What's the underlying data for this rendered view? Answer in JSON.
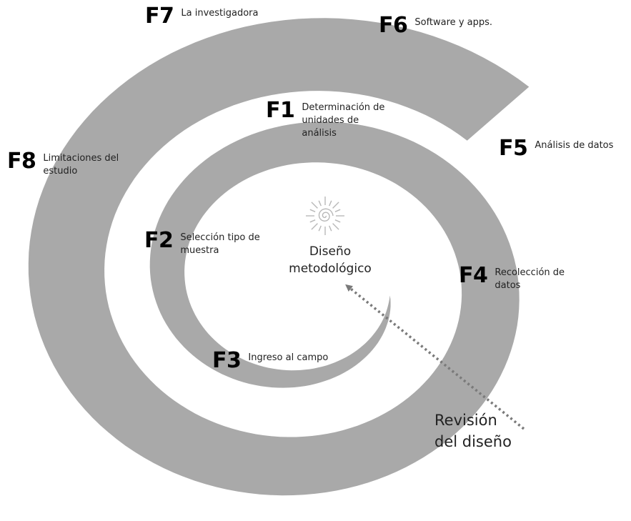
{
  "diagram": {
    "center_title": "Diseño\nmetodológico",
    "review_label": "Revisión\ndel diseño",
    "spiral_color": "#a9a9a9",
    "arrow_color": "#7a7a7a",
    "icon": "sun-spiral-icon",
    "phases": [
      {
        "code": "F1",
        "label": "Determinación de\nunidades de\nanálisis"
      },
      {
        "code": "F2",
        "label": "Selección tipo de\nmuestra"
      },
      {
        "code": "F3",
        "label": "Ingreso al campo"
      },
      {
        "code": "F4",
        "label": "Recolección de\ndatos"
      },
      {
        "code": "F5",
        "label": "Análisis de datos"
      },
      {
        "code": "F6",
        "label": "Software y apps."
      },
      {
        "code": "F7",
        "label": "La investigadora"
      },
      {
        "code": "F8",
        "label": "Limitaciones del\nestudio"
      }
    ]
  }
}
